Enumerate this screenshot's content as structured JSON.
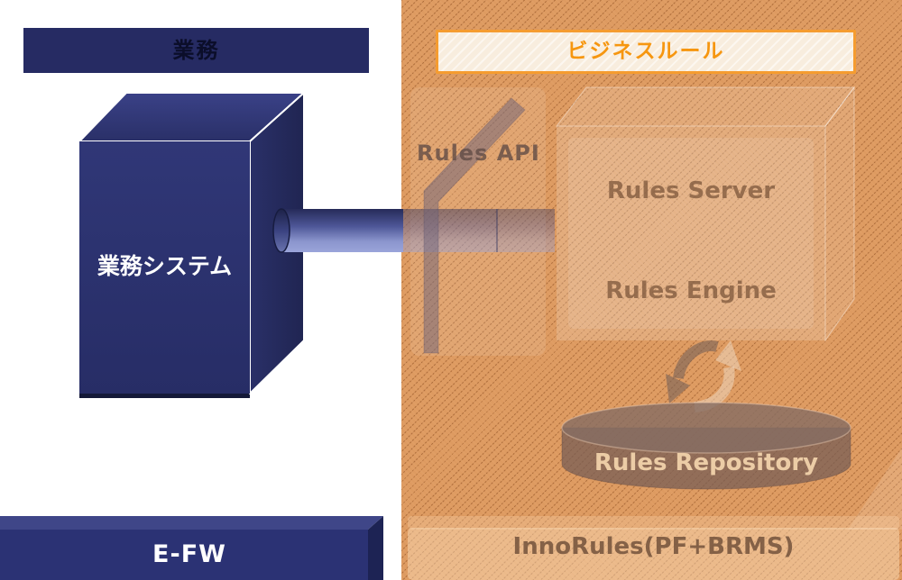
{
  "diagram": {
    "left": {
      "header_label": "業務",
      "system_box_label": "業務システム",
      "efw_label": "E-FW"
    },
    "right": {
      "header_label": "ビジネスルール",
      "rules_api_label": "Rules API",
      "rules_server_label": "Rules Server",
      "rules_engine_label": "Rules Engine",
      "rules_repository_label": "Rules Repository",
      "platform_label": "InnoRules(PF+BRMS)"
    },
    "colors": {
      "navy": "#2b3274",
      "orange_background": "#dd9a60",
      "orange_border": "#f59c30",
      "header_text": "#f6960f",
      "cream": "#f8edde"
    }
  }
}
